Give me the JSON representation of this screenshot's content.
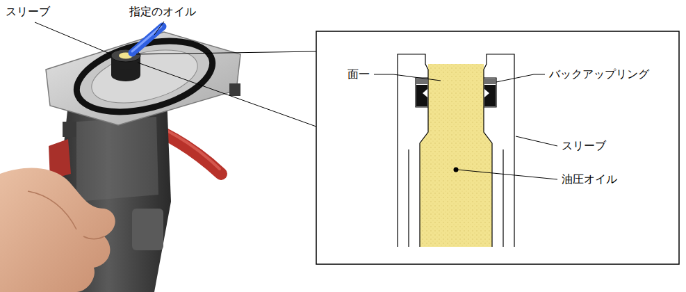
{
  "diagram": {
    "labels": [
      "スリーブ",
      "指定のオイル",
      "面一",
      "バックアップリング",
      "スリーブ",
      "油圧オイル"
    ]
  }
}
